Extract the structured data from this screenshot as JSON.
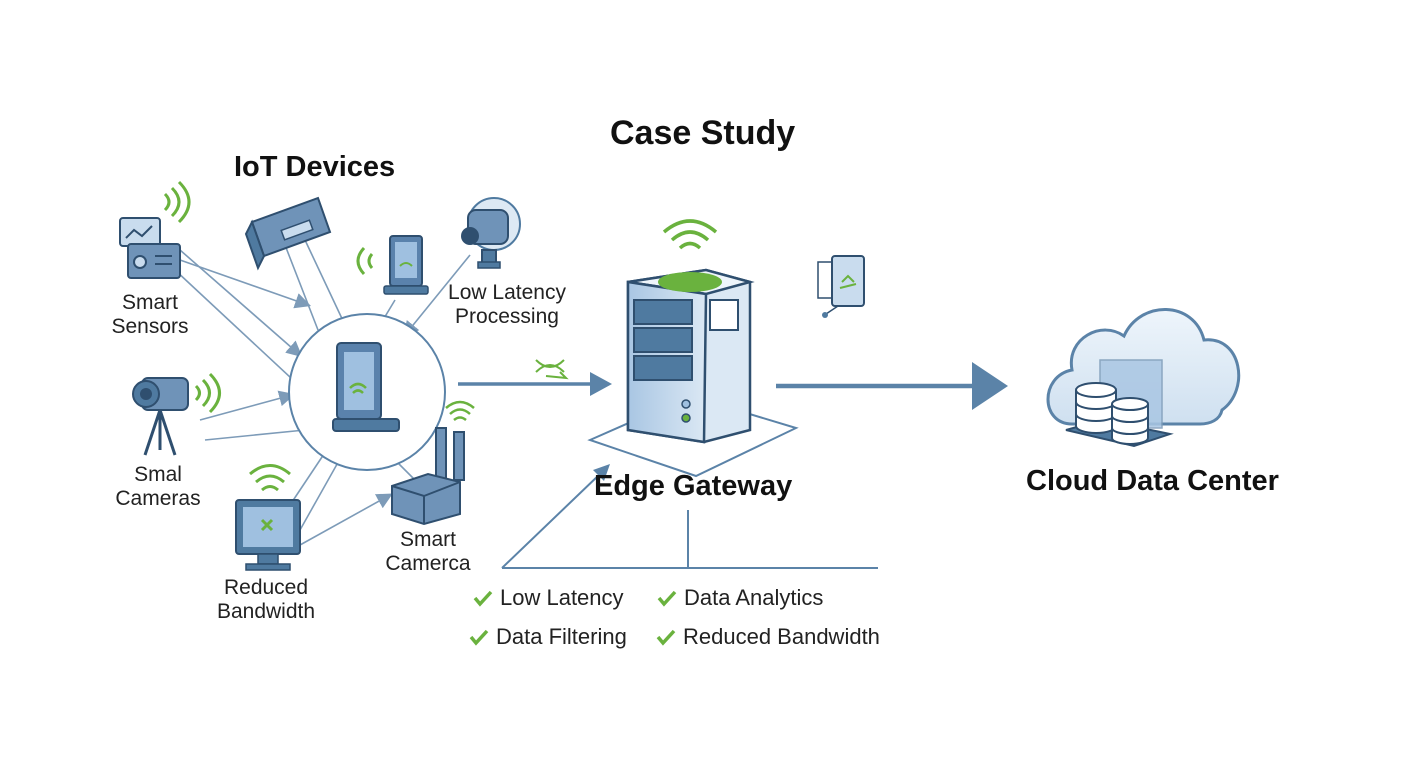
{
  "title": "Case Study",
  "iot_heading": "IoT Devices",
  "device_labels": {
    "smart_sensors": [
      "Smart",
      "Sensors"
    ],
    "small_cameras": [
      "Smal",
      "Cameras"
    ],
    "reduced_bandwidth": [
      "Reduced",
      "Bandwidth"
    ],
    "smart_camera": [
      "Smart",
      "Camerca"
    ],
    "low_latency_processing": [
      "Low Latency",
      "Processing"
    ]
  },
  "gateway_label": "Edge Gateway",
  "cloud_label": "Cloud Data Center",
  "benefits": [
    "Low Latency",
    "Data Analytics",
    "Data Filtering",
    "Reduced Bandwidth"
  ],
  "colors": {
    "primary": "#4f7aa0",
    "primary_dark": "#2f4f6f",
    "device_fill": "#6f93b8",
    "light_fill": "#c9dcee",
    "signal_green": "#6ab23e",
    "arrow": "#5b83a8"
  }
}
